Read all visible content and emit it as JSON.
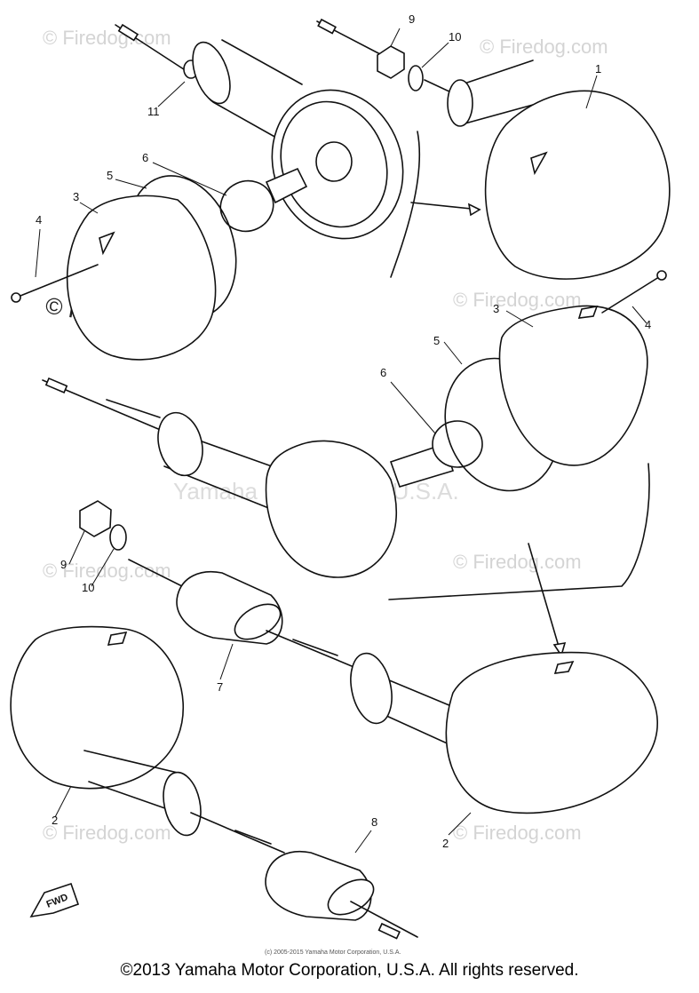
{
  "watermarks": {
    "site": "© Firedog.com",
    "center": "Yamaha Motor Corp, U.S.A."
  },
  "callouts": {
    "c1": "1",
    "c2a": "2",
    "c2b": "2",
    "c3a": "3",
    "c3b": "3",
    "c4a": "4",
    "c4b": "4",
    "c5a": "5",
    "c5b": "5",
    "c6a": "6",
    "c6b": "6",
    "c7": "7",
    "c8": "8",
    "c9a": "9",
    "c9b": "9",
    "c10a": "10",
    "c10b": "10",
    "c11": "11"
  },
  "fwd_label": "FWD",
  "small_copyright": "(c) 2005-2015 Yamaha Motor Corporation, U.S.A.",
  "footer": "©2013 Yamaha Motor Corporation, U.S.A. All rights reserved."
}
